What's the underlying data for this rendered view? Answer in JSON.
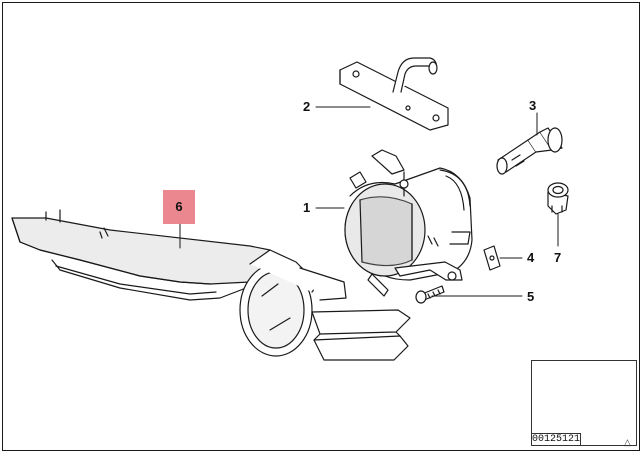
{
  "callouts": {
    "c1": "1",
    "c2": "2",
    "c3": "3",
    "c4": "4",
    "c5": "5",
    "c6": "6",
    "c7": "7"
  },
  "highlight": {
    "label": "6",
    "color": "#e8727a"
  },
  "reference": {
    "code": "00125121",
    "icon": "warning-triangle-icon",
    "symbol": "△"
  }
}
